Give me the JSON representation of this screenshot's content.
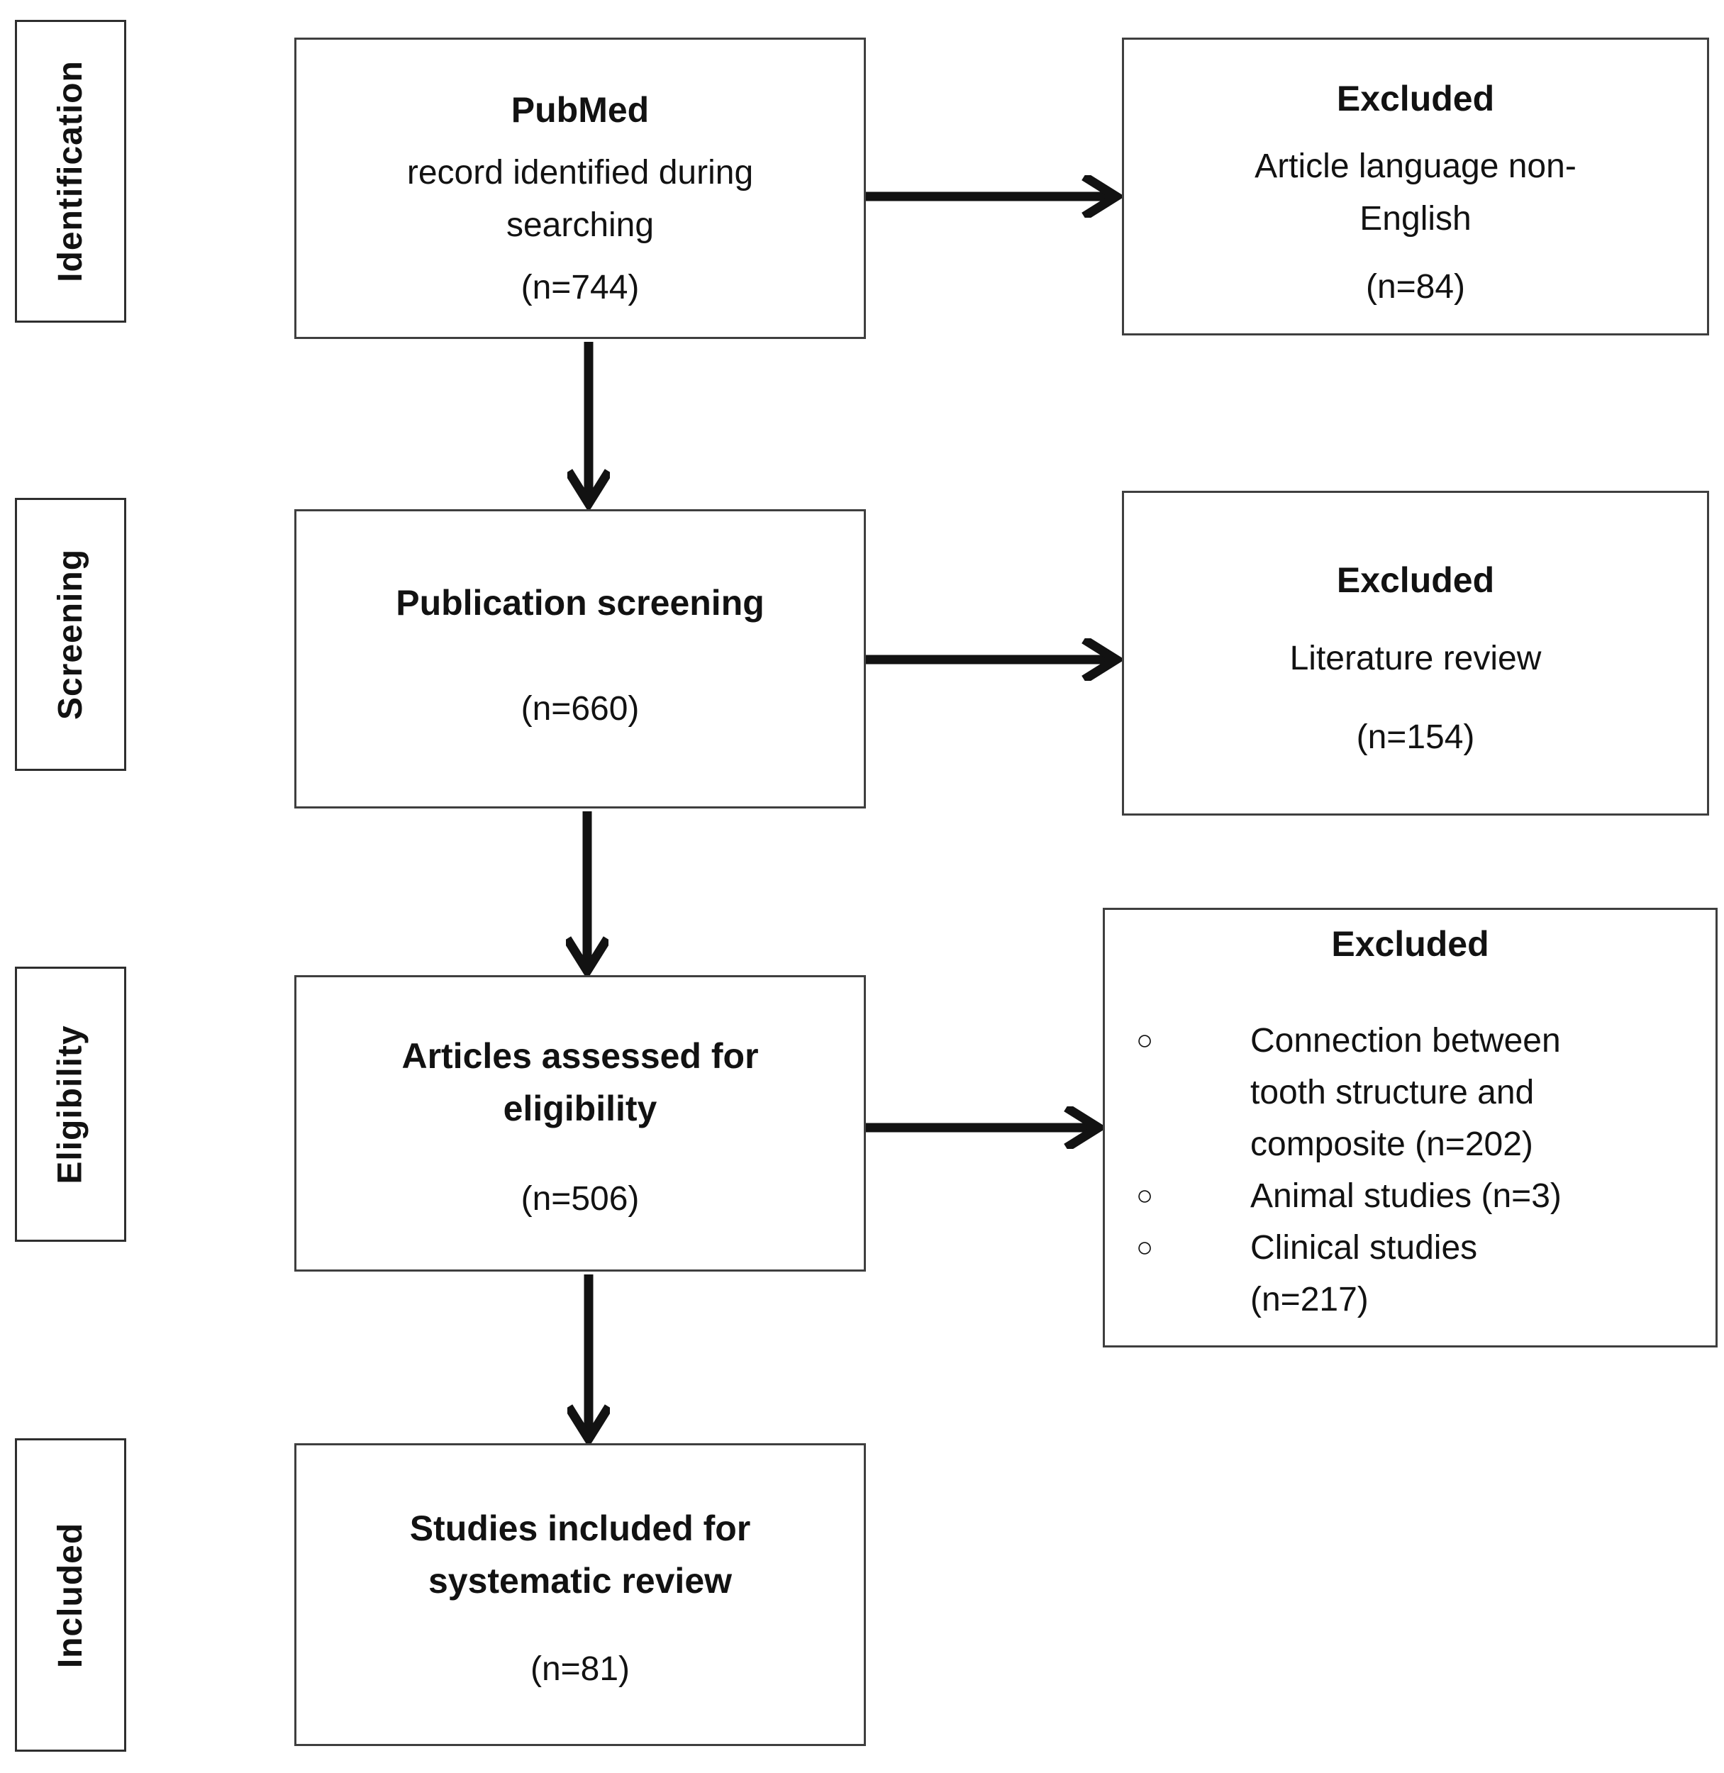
{
  "colors": {
    "background": "#ffffff",
    "box_border": "#3f3f3f",
    "sidebar_border": "#2e2e2e",
    "text": "#121212",
    "arrow": "#121212"
  },
  "sidebar": [
    {
      "label": "Identification"
    },
    {
      "label": "Screening"
    },
    {
      "label": "Eligibility"
    },
    {
      "label": "Included"
    }
  ],
  "flow": [
    {
      "title": "PubMed",
      "body": "record identified during searching",
      "count": "(n=744)"
    },
    {
      "title": "Publication screening",
      "count": "(n=660)"
    },
    {
      "title": "Articles assessed for eligibility",
      "count": "(n=506)"
    },
    {
      "title": "Studies included for systematic review",
      "count": "(n=81)"
    }
  ],
  "excluded": [
    {
      "title": "Excluded",
      "body": "Article language non-English",
      "count": "(n=84)"
    },
    {
      "title": "Excluded",
      "body": "Literature review",
      "count": "(n=154)"
    },
    {
      "title": "Excluded",
      "bullet_icon": "○",
      "bullets": [
        "Connection between tooth structure and composite (n=202)",
        "Animal studies (n=3)",
        "Clinical studies (n=217)"
      ]
    }
  ]
}
